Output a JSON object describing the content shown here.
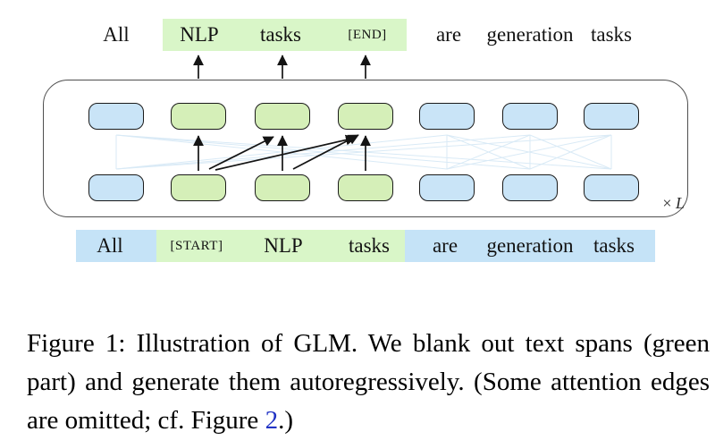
{
  "figure": {
    "output_row": {
      "tokens": [
        "All",
        "NLP",
        "tasks",
        "[END]",
        "are",
        "generation",
        "tasks"
      ]
    },
    "input_row": {
      "tokens": [
        "All",
        "[START]",
        "NLP",
        "tasks",
        "are",
        "generation",
        "tasks"
      ]
    },
    "transformer": {
      "layers_label_times": "×",
      "layers_label_var": "L",
      "top_boxes": [
        "blue",
        "green",
        "green",
        "green",
        "blue",
        "blue",
        "blue"
      ],
      "bottom_boxes": [
        "blue",
        "green",
        "green",
        "green",
        "blue",
        "blue",
        "blue"
      ]
    },
    "caption": {
      "text_before_link": "Figure 1: Illustration of GLM. We blank out text spans (green part) and generate them autoregressively. (Some attention edges are omitted; cf. Figure ",
      "link_text": "2",
      "text_after_link": ".)"
    }
  },
  "colors": {
    "box_blue": "#c9e4f7",
    "box_green": "#d5efb8",
    "band_green": "#d9f6c8",
    "band_blue": "#c5e3f7",
    "box_border": "#1a1a1a",
    "attention_line": "#d9eaf6",
    "link_blue": "#2133c4"
  }
}
